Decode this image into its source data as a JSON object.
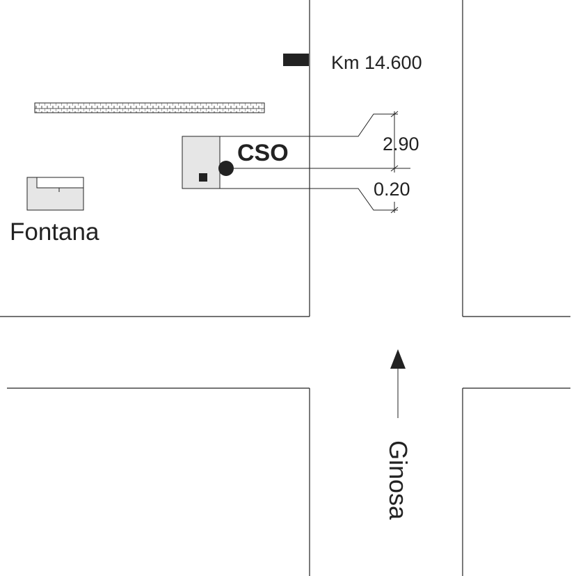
{
  "labels": {
    "km_marker": "Km 14.600",
    "station": "CSO",
    "fountain": "Fontana",
    "dim_upper": "2.90",
    "dim_lower": "0.20",
    "direction": "Ginosa"
  },
  "colors": {
    "line": "#222222",
    "building_fill": "#e6e6e6",
    "ink": "#222222"
  },
  "icons": {
    "direction_arrow": "arrow-up-icon",
    "station_point": "filled-circle-icon",
    "km_marker": "black-bar-icon",
    "fence": "hatched-wall-icon"
  }
}
